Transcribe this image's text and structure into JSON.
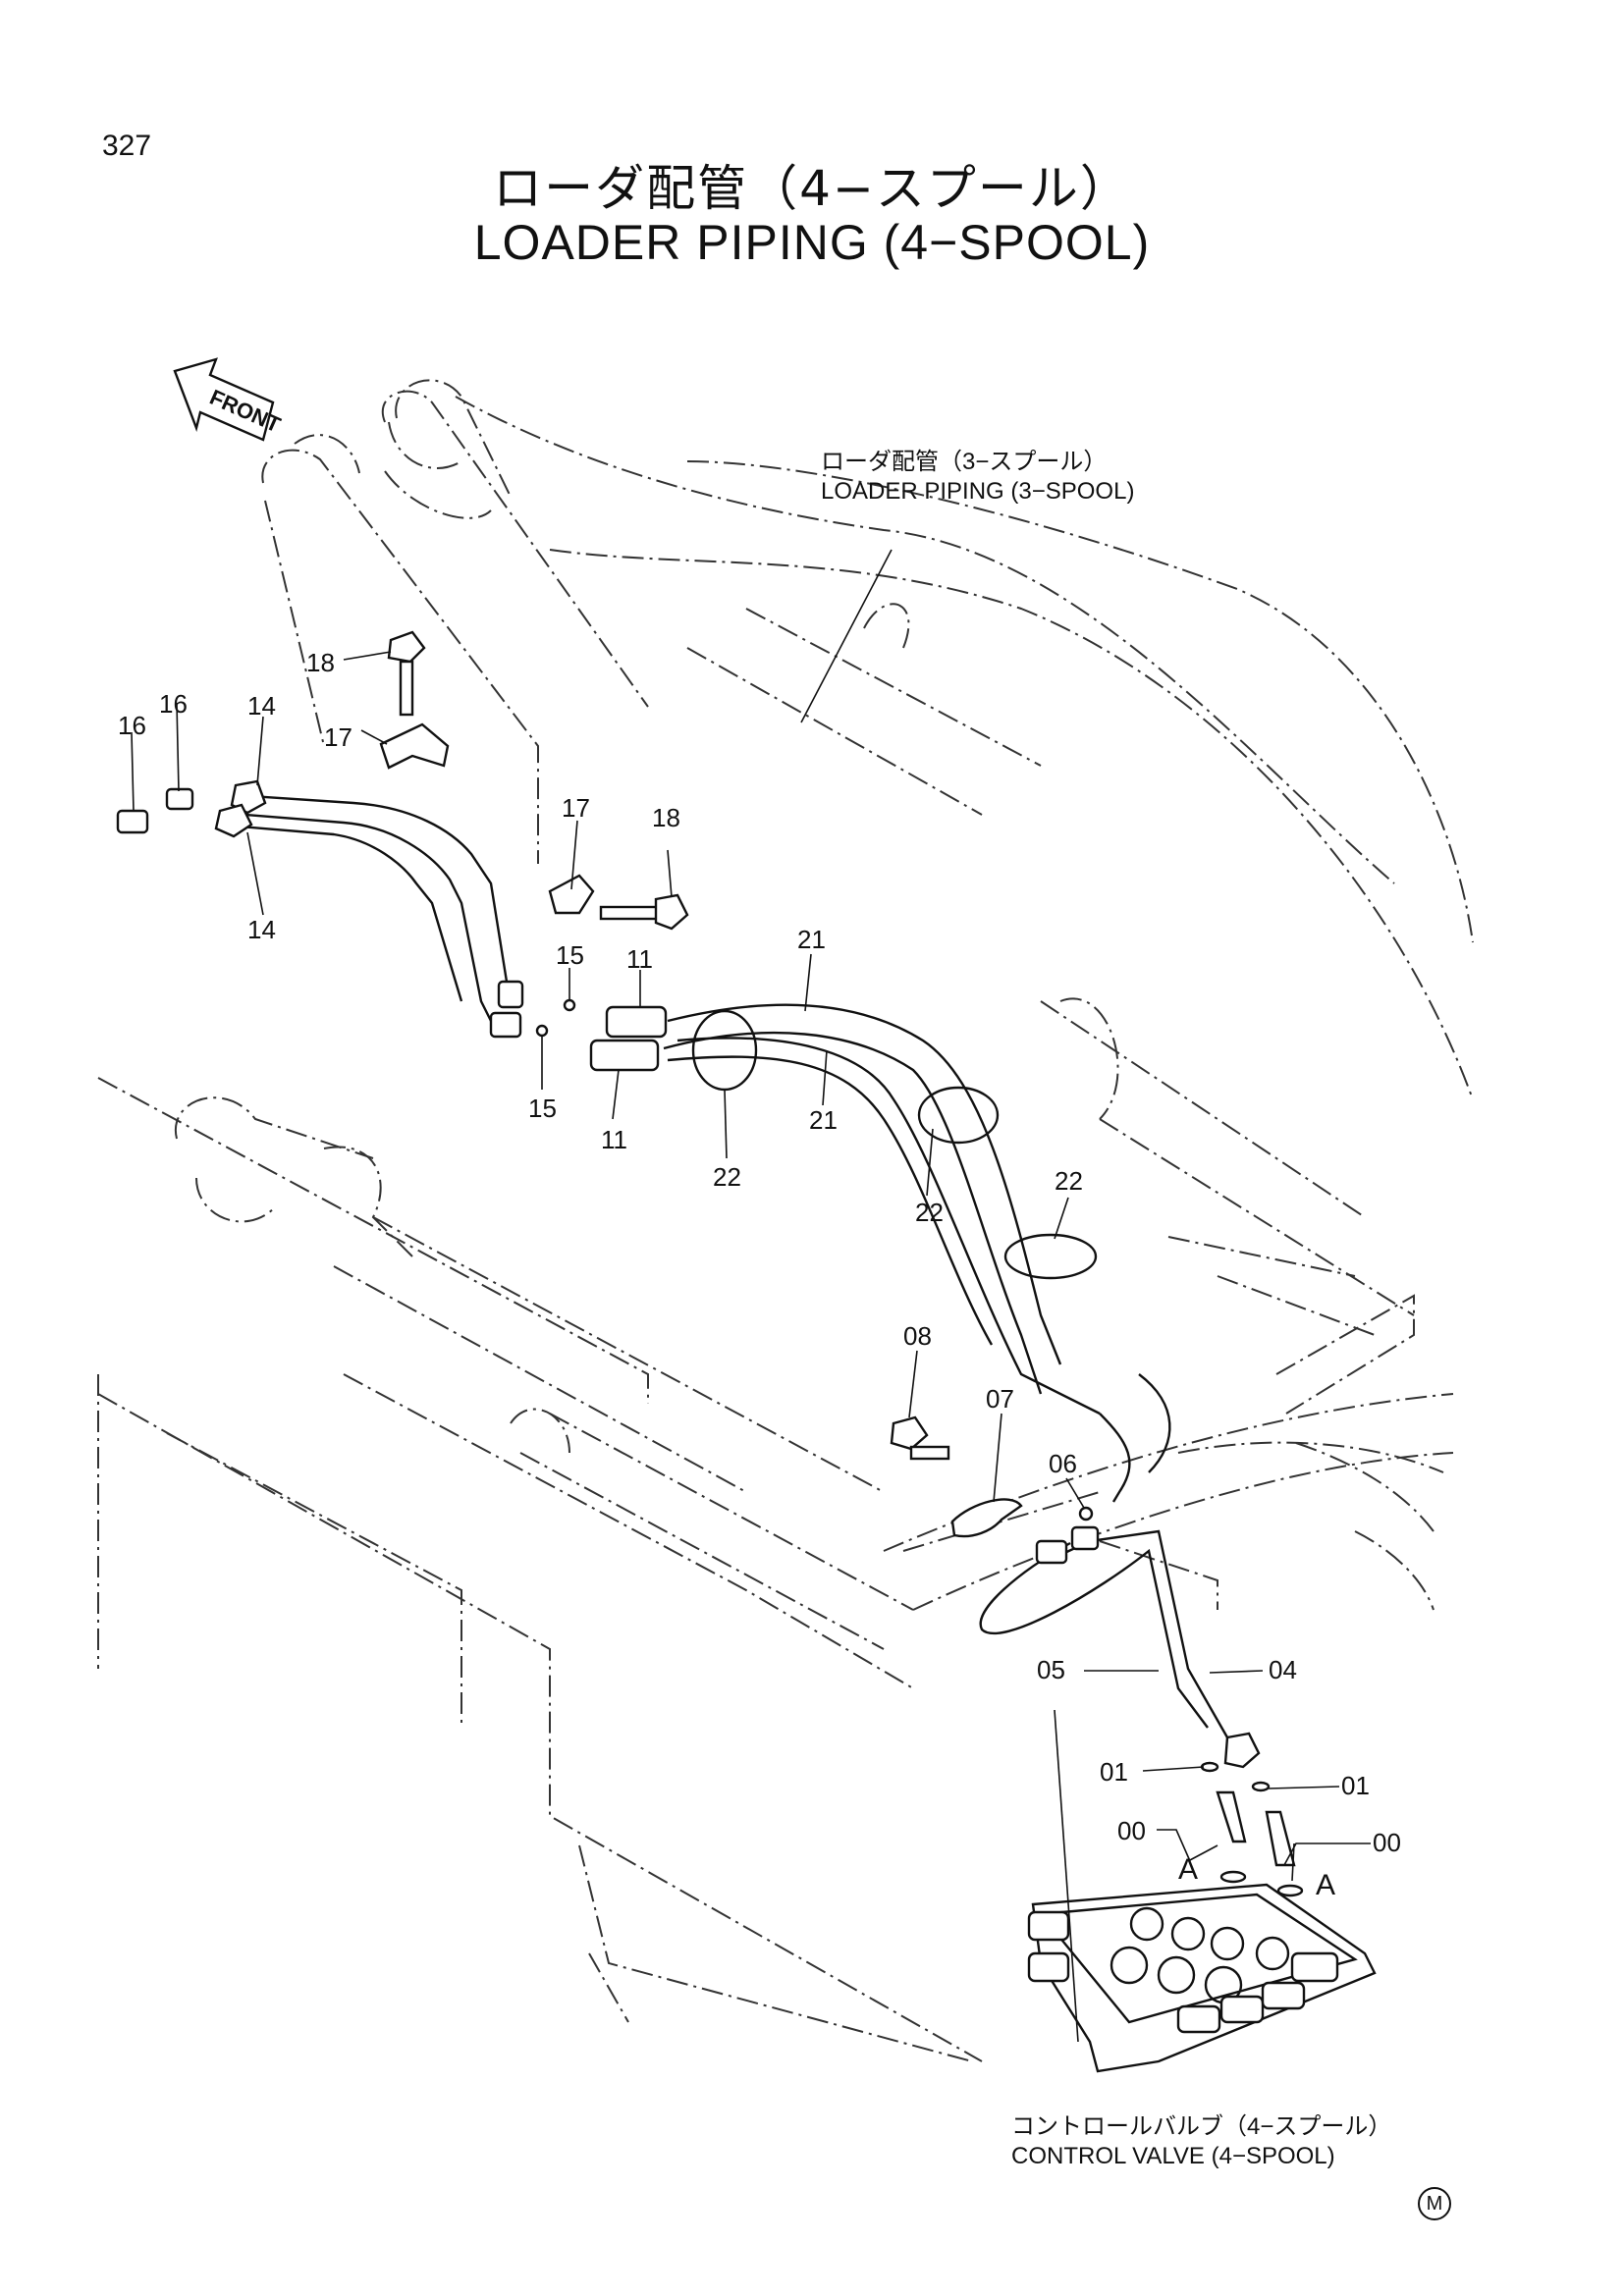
{
  "page_number": "327",
  "title": {
    "japanese": "ローダ配管（4−スプール）",
    "english": "LOADER PIPING (4−SPOOL)"
  },
  "front_label": "FRONT",
  "callouts": {
    "loader_3spool": {
      "japanese": "ローダ配管（3−スプール）",
      "english": "LOADER PIPING (3−SPOOL)"
    },
    "control_valve": {
      "japanese": "コントロールバルブ（4−スプール）",
      "english": "CONTROL VALVE (4−SPOOL)"
    }
  },
  "part_labels": {
    "p18a": "18",
    "p17a": "17",
    "p16a": "16",
    "p16b": "16",
    "p14a": "14",
    "p14b": "14",
    "p17b": "17",
    "p18b": "18",
    "p15a": "15",
    "p15b": "15",
    "p11a": "11",
    "p11b": "11",
    "p21a": "21",
    "p21b": "21",
    "p22a": "22",
    "p22b": "22",
    "p22c": "22",
    "p08": "08",
    "p07": "07",
    "p06": "06",
    "p05": "05",
    "p04": "04",
    "p01a": "01",
    "p01b": "01",
    "p00a": "00",
    "p00b": "00",
    "pAa": "A",
    "pAb": "A"
  },
  "edition_mark": "M",
  "icons": [
    "front-arrow-icon",
    "circled-m-icon"
  ]
}
